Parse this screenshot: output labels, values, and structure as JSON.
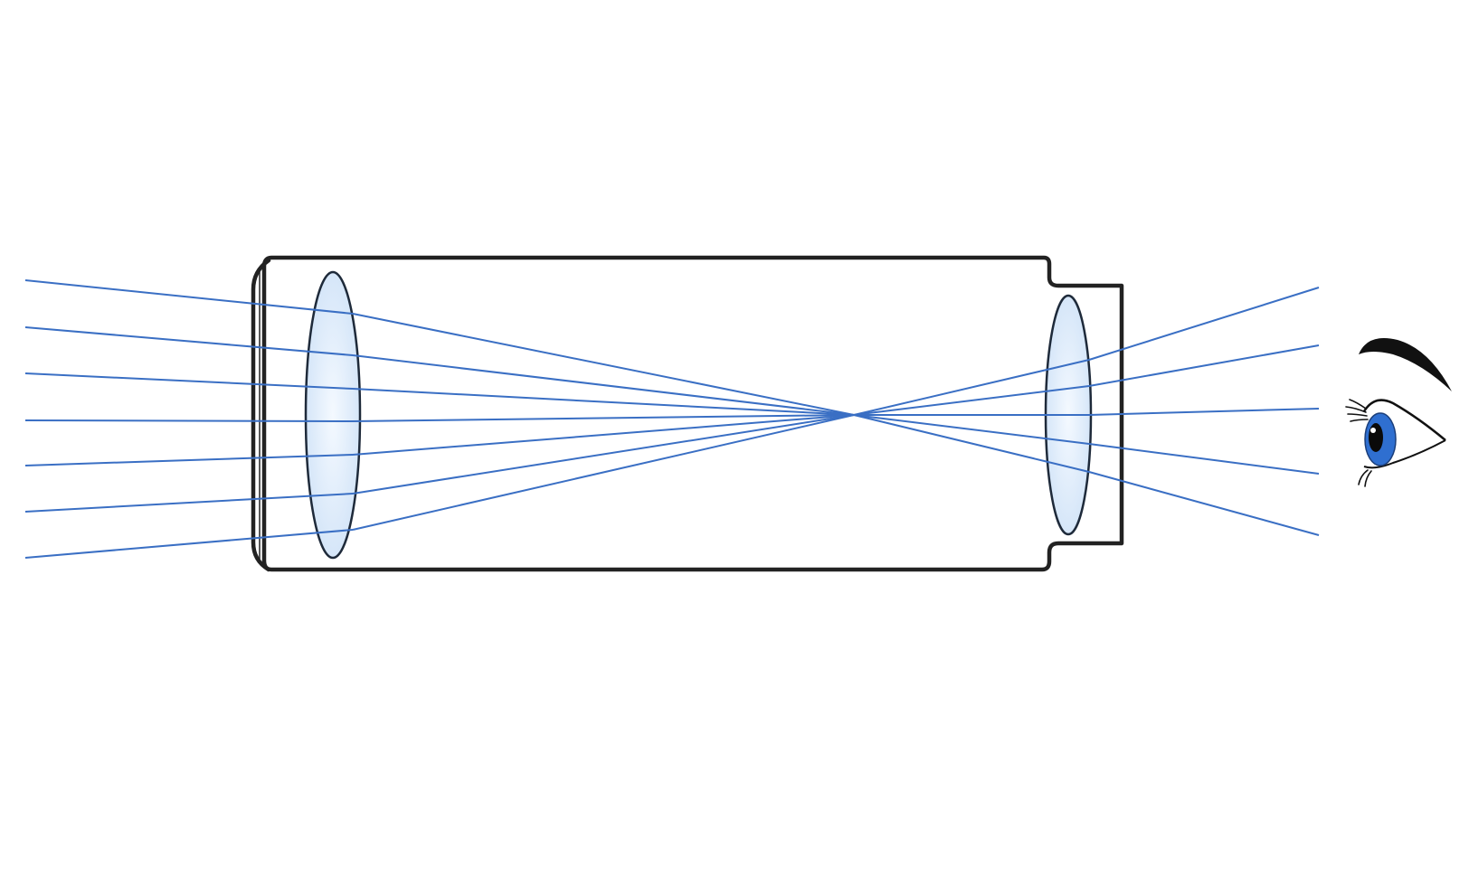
{
  "diagram": {
    "type": "refracting-telescope-ray-diagram",
    "colors": {
      "background": "#ffffff",
      "outline": "#222222",
      "ray": "#3a6fc4",
      "lens_fill": "#dceaf8",
      "lens_edge": "#1e2a3a",
      "iris": "#2f6fd0",
      "pupil": "#0a0a0a",
      "brow": "#111111"
    },
    "components": [
      {
        "name": "telescope-tube"
      },
      {
        "name": "objective-lens"
      },
      {
        "name": "eyepiece-lens"
      },
      {
        "name": "eye-icon"
      }
    ],
    "incoming_ray_count": 7,
    "outgoing_ray_count": 5
  }
}
